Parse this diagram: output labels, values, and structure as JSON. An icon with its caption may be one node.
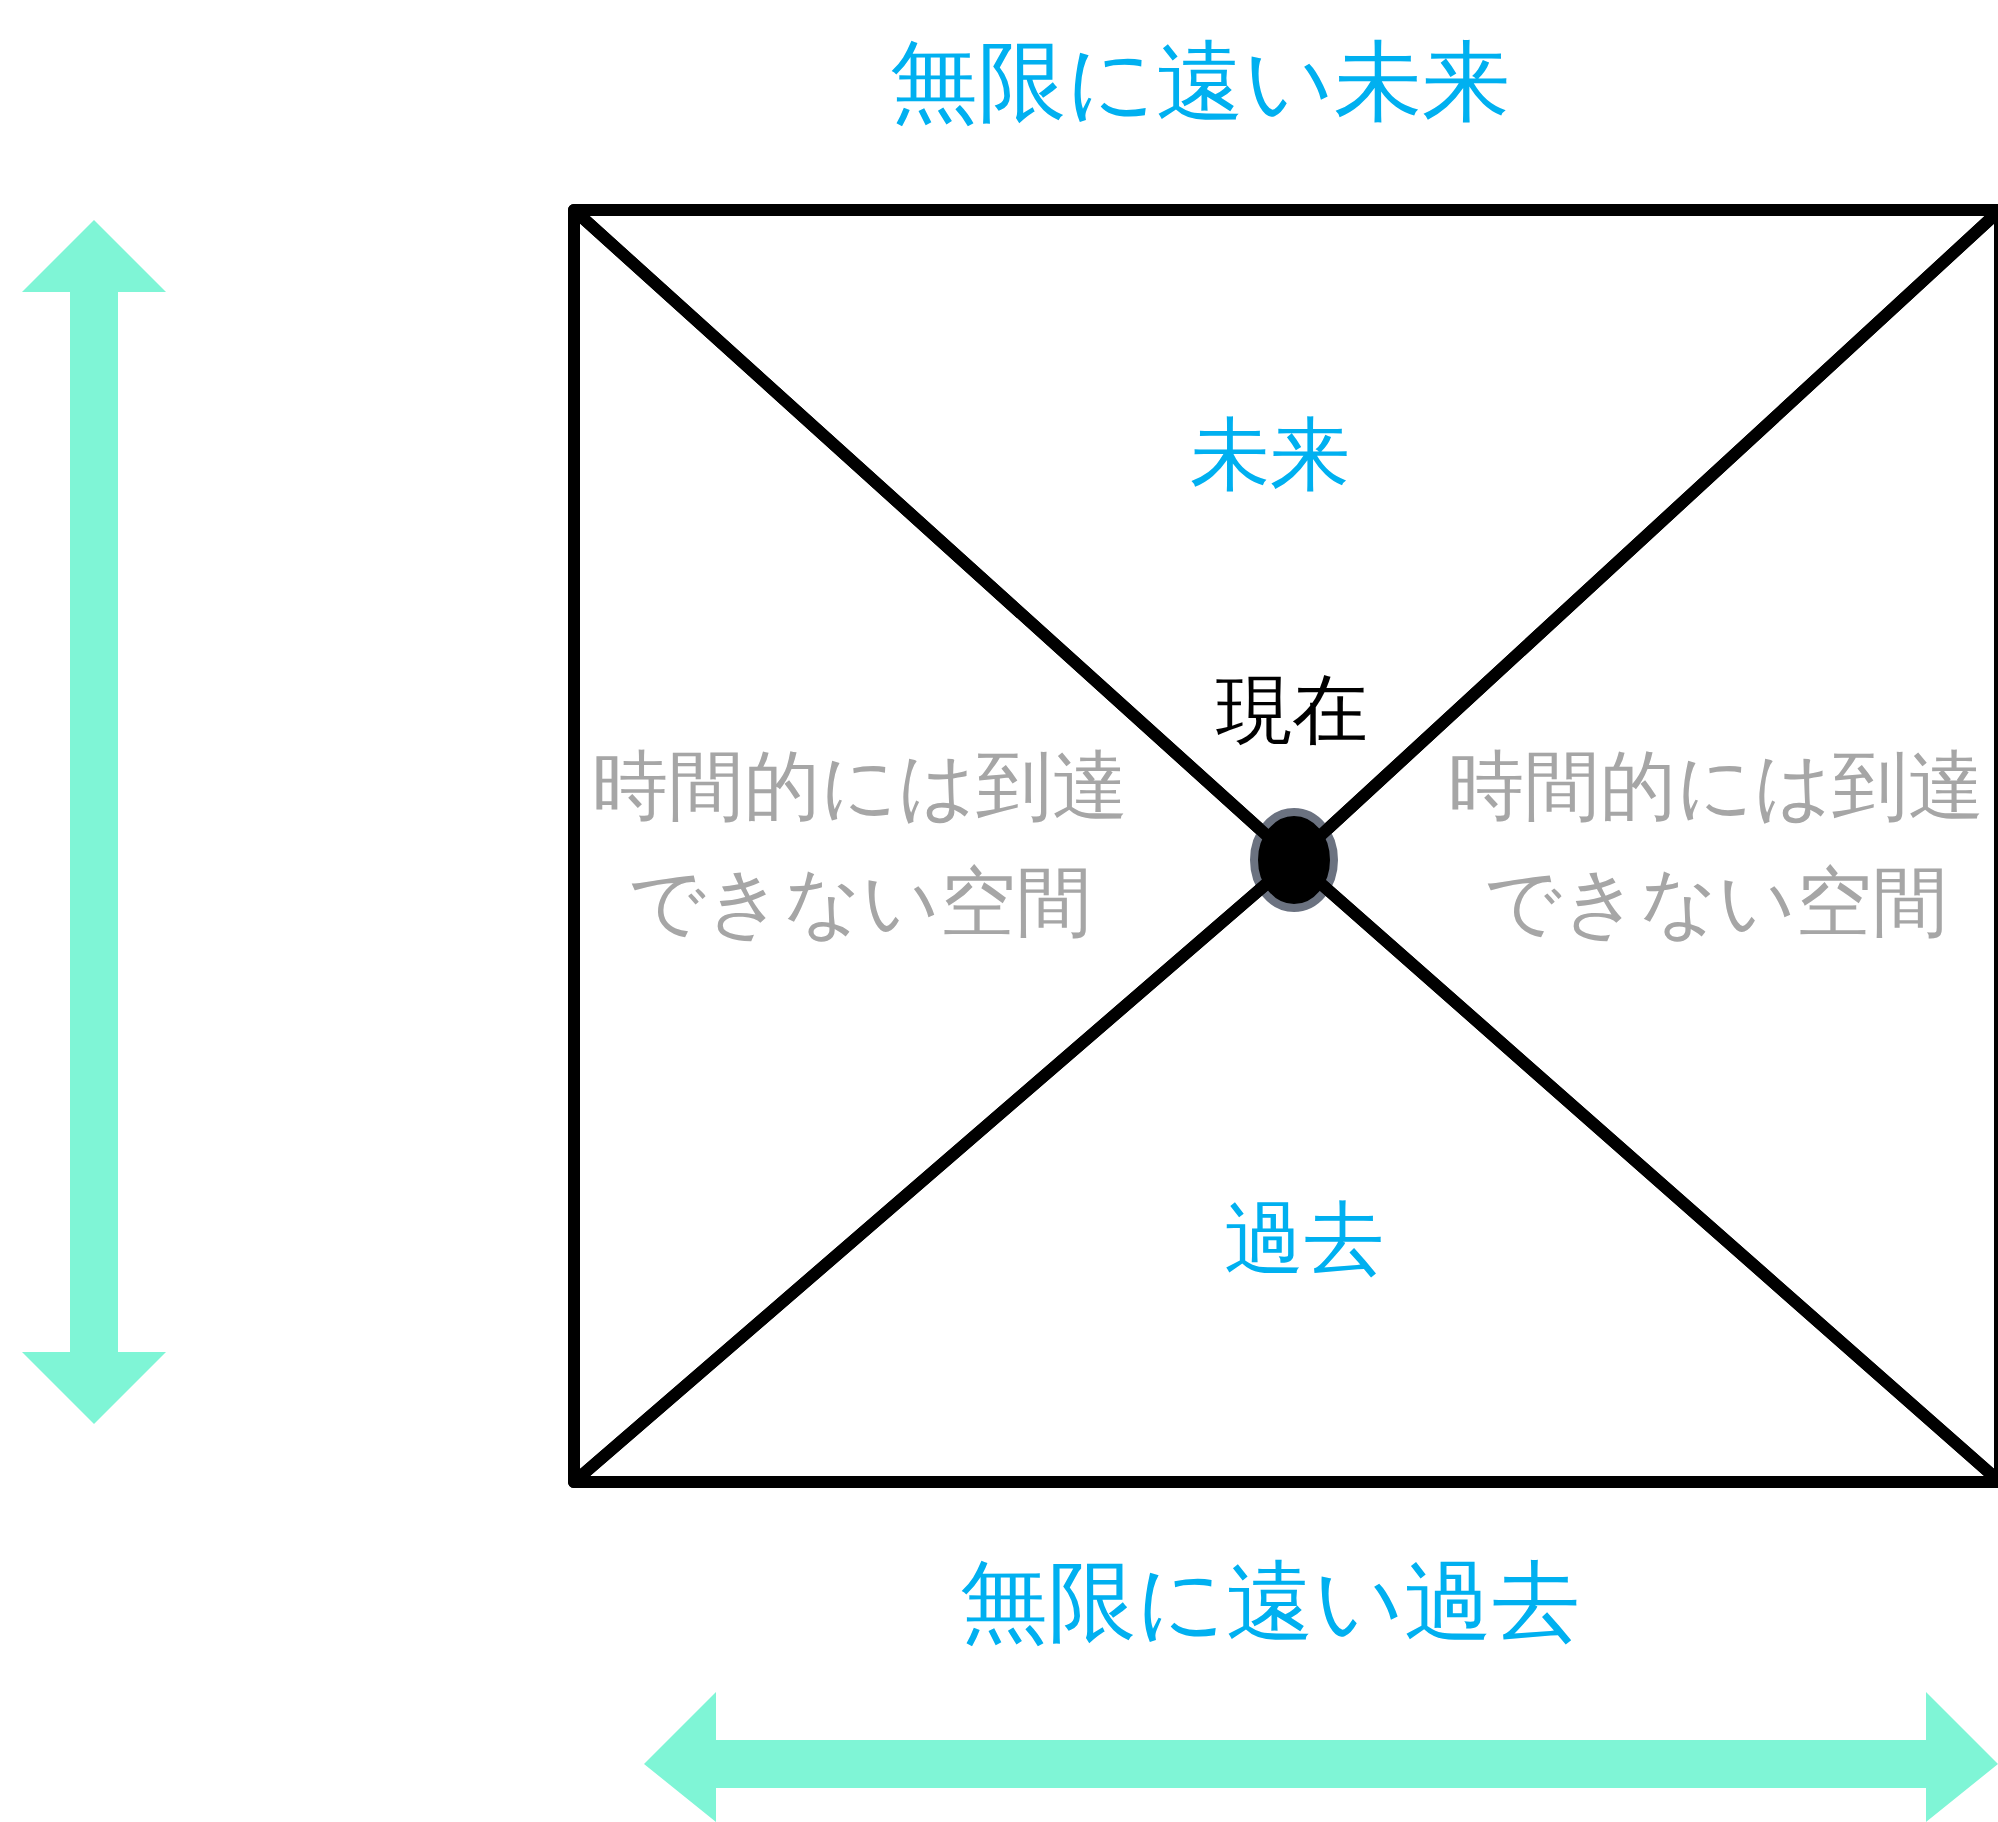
{
  "diagram": {
    "nodes": [
      {
        "text": [
          "未来"
        ]
      },
      {
        "text": [],
        "shape": "circle"
      },
      {
        "text": [
          "時間的には到達できない空間"
        ]
      },
      {
        "text": [
          "時間的には到達できない空間"
        ]
      },
      {
        "text": [
          "過去"
        ]
      }
    ],
    "edges": [],
    "labels": [
      "無限に遠い未来",
      "現在",
      "無限に遠い過去"
    ]
  }
}
